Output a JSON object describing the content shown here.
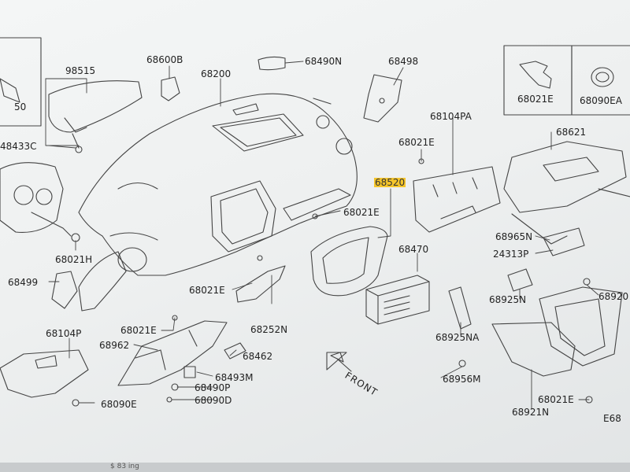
{
  "diagram": {
    "front_label": "FRONT",
    "parts": [
      {
        "id": "p98515",
        "label": "98515"
      },
      {
        "id": "p68600B",
        "label": "68600B"
      },
      {
        "id": "p68200",
        "label": "68200"
      },
      {
        "id": "p68490N",
        "label": "68490N"
      },
      {
        "id": "p68498",
        "label": "68498"
      },
      {
        "id": "p50",
        "label": "50"
      },
      {
        "id": "p48433C",
        "label": "48433C"
      },
      {
        "id": "p68104PA",
        "label": "68104PA"
      },
      {
        "id": "p68021E_a",
        "label": "68021E"
      },
      {
        "id": "p68520",
        "label": "68520",
        "highlight": true
      },
      {
        "id": "p68021E_b",
        "label": "68021E"
      },
      {
        "id": "p68021H",
        "label": "68021H"
      },
      {
        "id": "p68499",
        "label": "68499"
      },
      {
        "id": "p68470",
        "label": "68470"
      },
      {
        "id": "p68021E_c",
        "label": "68021E"
      },
      {
        "id": "p68252N",
        "label": "68252N"
      },
      {
        "id": "p68104P",
        "label": "68104P"
      },
      {
        "id": "p68021E_d",
        "label": "68021E"
      },
      {
        "id": "p68962",
        "label": "68962"
      },
      {
        "id": "p68462",
        "label": "68462"
      },
      {
        "id": "p68493M",
        "label": "68493M"
      },
      {
        "id": "p68490P",
        "label": "68490P"
      },
      {
        "id": "p68090D",
        "label": "68090D"
      },
      {
        "id": "p68090E",
        "label": "68090E"
      },
      {
        "id": "p68925NA",
        "label": "68925NA"
      },
      {
        "id": "p68956M",
        "label": "68956M"
      },
      {
        "id": "p68921N",
        "label": "68921N"
      },
      {
        "id": "p68021E_e",
        "label": "68021E"
      },
      {
        "id": "p68021E_f",
        "label": "68021E"
      },
      {
        "id": "p68090EA",
        "label": "68090EA"
      },
      {
        "id": "p68621",
        "label": "68621"
      },
      {
        "id": "p68965N",
        "label": "68965N"
      },
      {
        "id": "p24313P",
        "label": "24313P"
      },
      {
        "id": "p68925N",
        "label": "68925N"
      },
      {
        "id": "p68920",
        "label": "68920"
      },
      {
        "id": "pE68",
        "label": "E68"
      }
    ]
  },
  "taskbar": {
    "text": "$ 83 ing"
  }
}
